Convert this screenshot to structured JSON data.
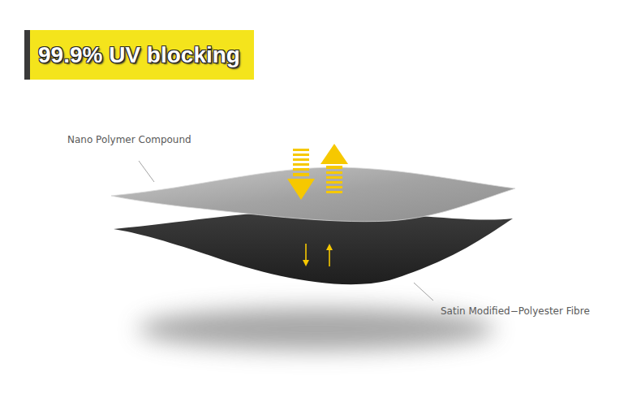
{
  "diagram": {
    "title": "99.9% UV blocking",
    "labels": [
      "Nano Polymer Compound",
      "Satin Modified−Polyester Fibre"
    ]
  }
}
